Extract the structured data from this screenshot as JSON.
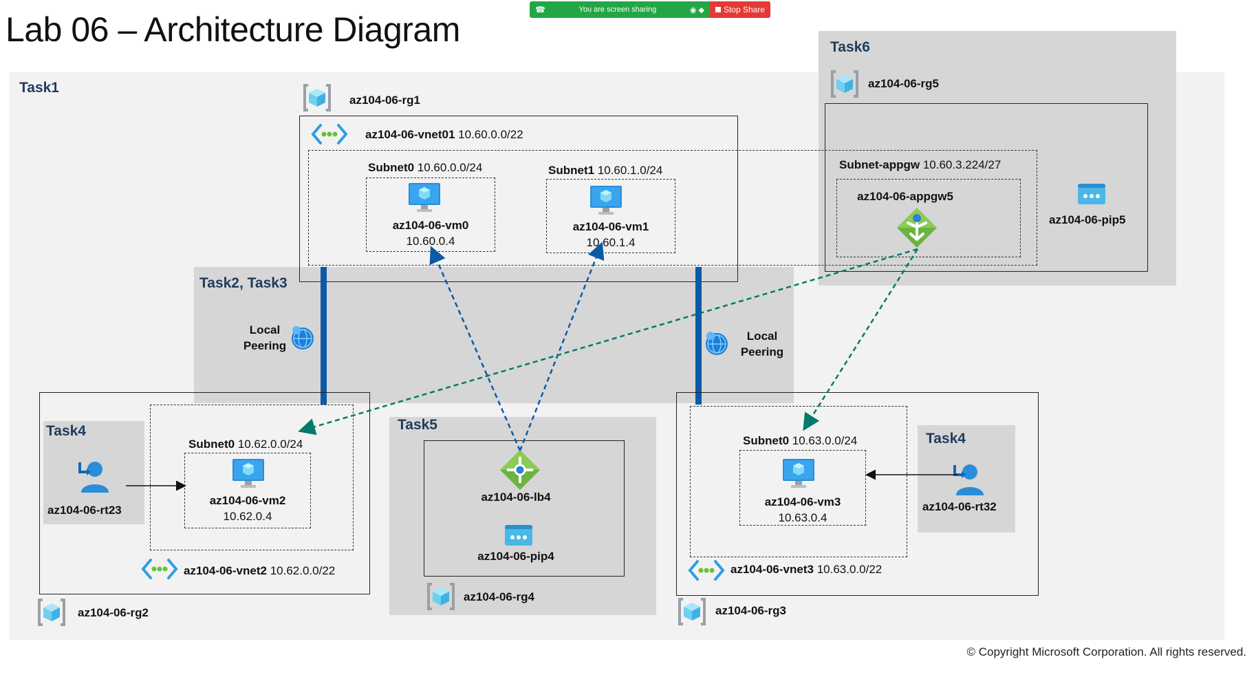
{
  "title": "Lab 06 – Architecture Diagram",
  "share_bar": {
    "message": "You are screen sharing",
    "stop_label": "Stop Share"
  },
  "copyright": "© Copyright Microsoft Corporation. All rights reserved.",
  "tasks": {
    "task1": "Task1",
    "task23": "Task2, Task3",
    "task4_left": "Task4",
    "task4_right": "Task4",
    "task5": "Task5",
    "task6": "Task6"
  },
  "rg1": {
    "name": "az104-06-rg1"
  },
  "rg2": {
    "name": "az104-06-rg2"
  },
  "rg3": {
    "name": "az104-06-rg3"
  },
  "rg4": {
    "name": "az104-06-rg4"
  },
  "rg5": {
    "name": "az104-06-rg5"
  },
  "vnet01": {
    "name": "az104-06-vnet01",
    "cidr": "10.60.0.0/22"
  },
  "vnet2": {
    "name": "az104-06-vnet2",
    "cidr": "10.62.0.0/22"
  },
  "vnet3": {
    "name": "az104-06-vnet3",
    "cidr": "10.63.0.0/22"
  },
  "subnet0_rg1": {
    "name": "Subnet0",
    "cidr": "10.60.0.0/24"
  },
  "subnet1_rg1": {
    "name": "Subnet1",
    "cidr": "10.60.1.0/24"
  },
  "subnet_appgw": {
    "name": "Subnet-appgw",
    "cidr": "10.60.3.224/27"
  },
  "subnet0_rg2": {
    "name": "Subnet0",
    "cidr": "10.62.0.0/24"
  },
  "subnet0_rg3": {
    "name": "Subnet0",
    "cidr": "10.63.0.0/24"
  },
  "vm0": {
    "name": "az104-06-vm0",
    "ip": "10.60.0.4"
  },
  "vm1": {
    "name": "az104-06-vm1",
    "ip": "10.60.1.4"
  },
  "vm2": {
    "name": "az104-06-vm2",
    "ip": "10.62.0.4"
  },
  "vm3": {
    "name": "az104-06-vm3",
    "ip": "10.63.0.4"
  },
  "appgw5": {
    "name": "az104-06-appgw5"
  },
  "pip5": {
    "name": "az104-06-pip5"
  },
  "lb4": {
    "name": "az104-06-lb4"
  },
  "pip4": {
    "name": "az104-06-pip4"
  },
  "rt23": {
    "name": "az104-06-rt23"
  },
  "rt32": {
    "name": "az104-06-rt32"
  },
  "peering_left": {
    "line1": "Local",
    "line2": "Peering"
  },
  "peering_right": {
    "line1": "Local",
    "line2": "Peering"
  },
  "colors": {
    "task_zone": "#f2f2f2",
    "task_zone_dark": "#d6d6d6",
    "peering_bar": "#0c5aa6",
    "lb_arrow": "#0c5aa6",
    "appgw_arrow": "#007a6a",
    "task_text": "#1f3b5c"
  }
}
